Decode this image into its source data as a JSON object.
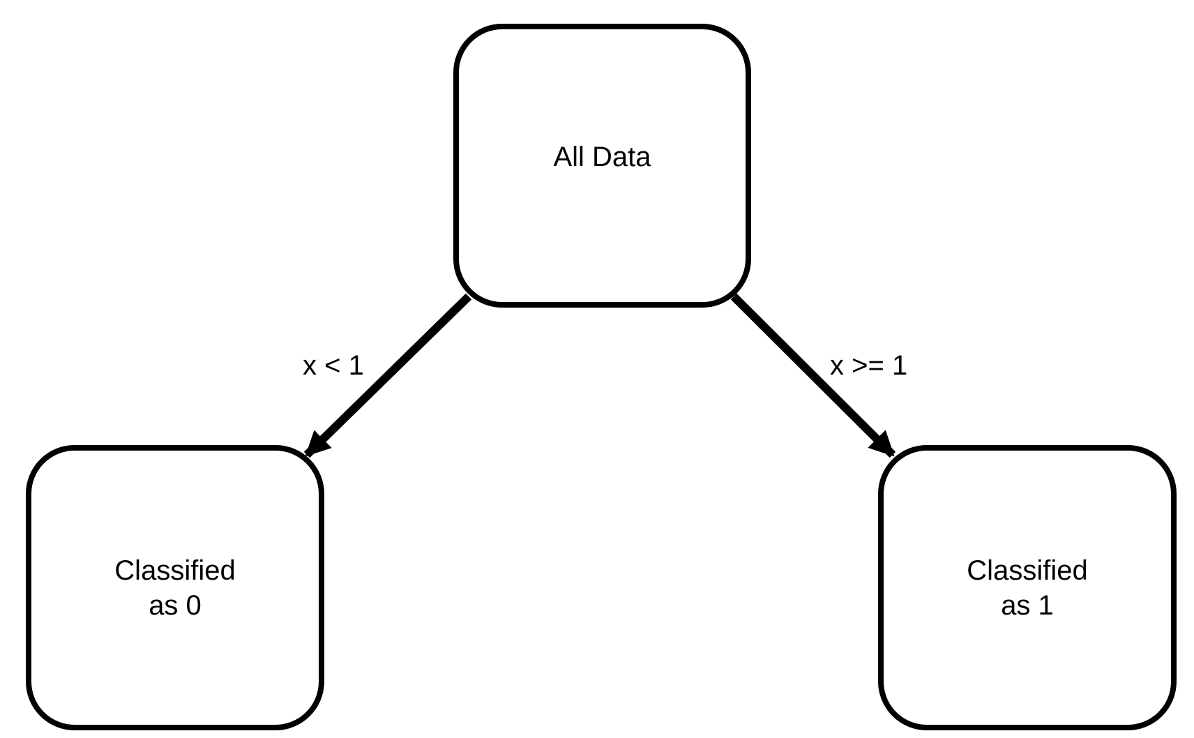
{
  "diagram": {
    "nodes": {
      "root": {
        "label": "All Data"
      },
      "left": {
        "line1": "Classified",
        "line2": "as 0"
      },
      "right": {
        "line1": "Classified",
        "line2": "as 1"
      }
    },
    "edges": {
      "left": {
        "label": "x < 1"
      },
      "right": {
        "label": "x >= 1"
      }
    },
    "colors": {
      "stroke": "#000000",
      "background": "#ffffff"
    }
  }
}
